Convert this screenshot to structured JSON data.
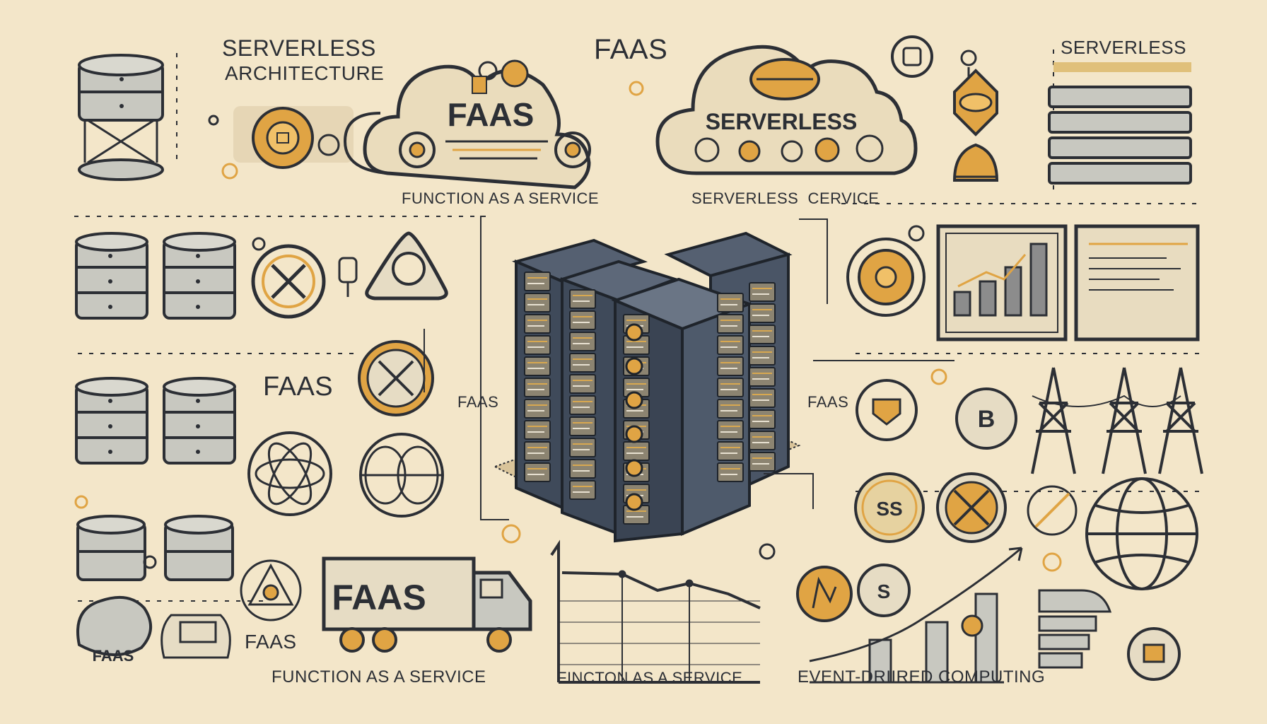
{
  "labels": {
    "serverless_title_line1": "SERVERLESS",
    "serverless_title_line2": "ARCHITECTURE",
    "faas_top": "FAAS",
    "serverless_top_right": "SERVERLESS",
    "cloud_left": "FAAS",
    "cloud_right": "SERVERLESS",
    "function_as_a_service_top": "FUNCTION AS A SERVICE",
    "serverless_service": "SERVERLESS  CERVICE",
    "faas_left_mid": "FAAS",
    "faas_center_left": "FAAS",
    "faas_center_right": "FAAS",
    "ss_badge": "SS",
    "b_badge": "B",
    "s_badge": "S",
    "faas_truck": "FAAS",
    "faas_blob": "FAAS",
    "faas_bottom_left": "FAAS",
    "function_as_a_service_bottom": "FUNCTION AS A SERVICE",
    "fincton_as_a_service": "FINCTON AS A SERVICE",
    "event_driven_computing": "EVENT-DRIIRED COMPUTING"
  },
  "colors": {
    "background": "#f3e6c9",
    "ink": "#2c2f35",
    "accent": "#e0a444",
    "server_body": "#3f4a5a",
    "server_light": "#c9ccc7",
    "database": "#c8c8c0"
  },
  "icons": [
    "database-icon",
    "cloud-icon",
    "server-rack-icon",
    "gear-icon",
    "triangle-icon",
    "atom-icon",
    "truck-icon",
    "line-chart-icon",
    "bar-chart-icon",
    "globe-icon",
    "power-tower-icon",
    "x-circle-icon",
    "server-list-icon",
    "bulb-icon",
    "lock-icon"
  ]
}
